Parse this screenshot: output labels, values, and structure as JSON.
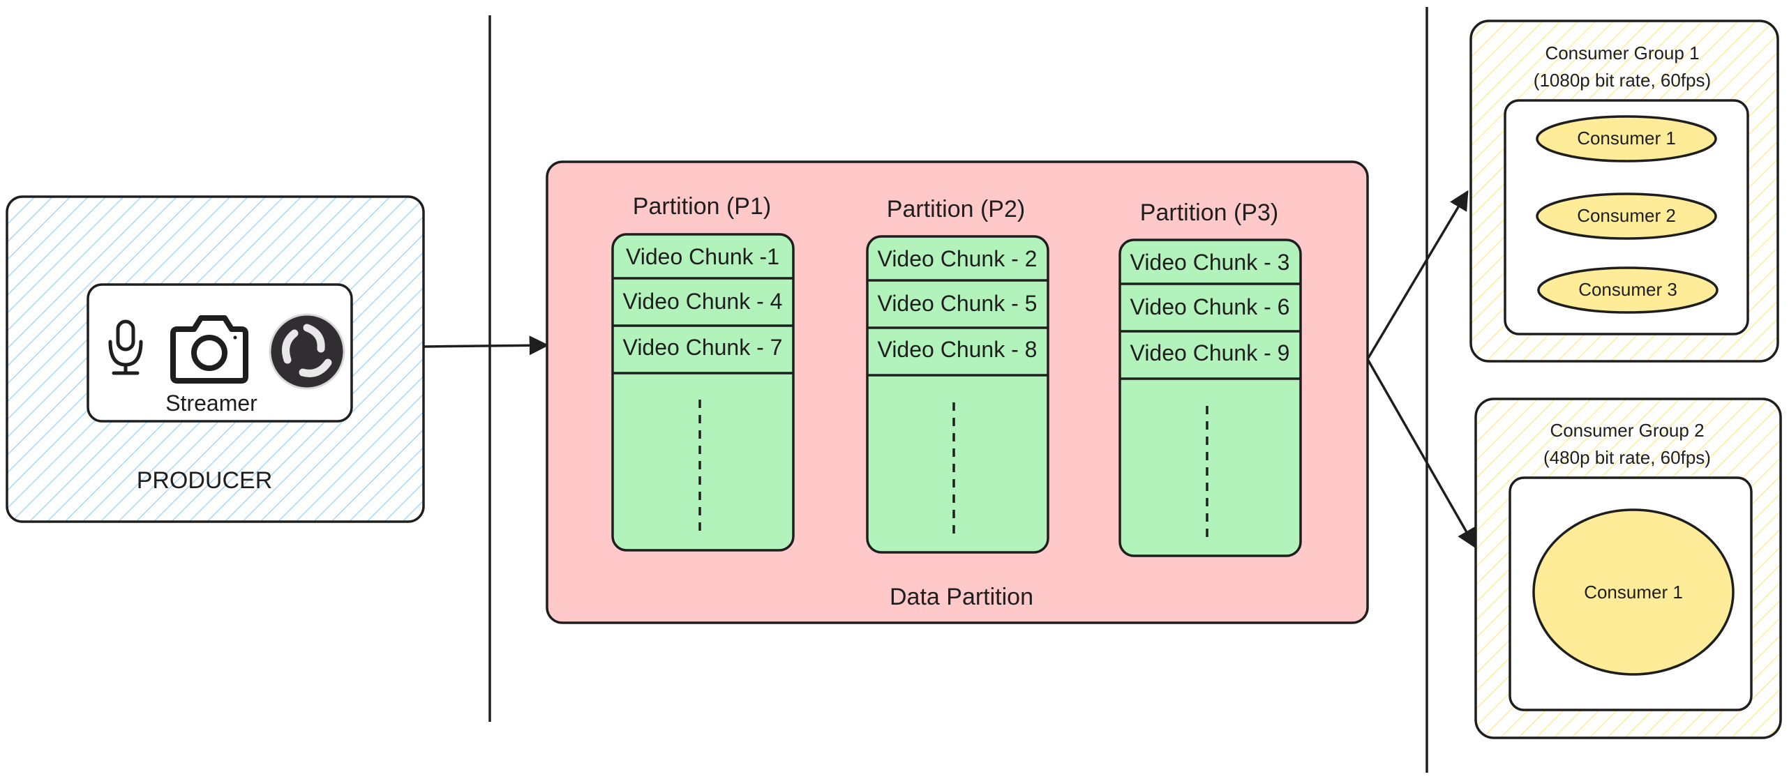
{
  "producer": {
    "label": "PRODUCER",
    "streamer_label": "Streamer",
    "icons": [
      "microphone-icon",
      "camera-icon",
      "obs-logo-icon"
    ]
  },
  "data_partition": {
    "label": "Data Partition",
    "partitions": [
      {
        "title": "Partition (P1)",
        "chunks": [
          "Video Chunk -1",
          "Video Chunk - 4",
          "Video Chunk - 7"
        ]
      },
      {
        "title": "Partition (P2)",
        "chunks": [
          "Video Chunk - 2",
          "Video Chunk - 5",
          "Video Chunk - 8"
        ]
      },
      {
        "title": "Partition (P3)",
        "chunks": [
          "Video Chunk - 3",
          "Video Chunk - 6",
          "Video Chunk - 9"
        ]
      }
    ]
  },
  "consumer_groups": [
    {
      "title_line1": "Consumer Group 1",
      "title_line2": "(1080p bit rate, 60fps)",
      "consumers": [
        "Consumer 1",
        "Consumer 2",
        "Consumer 3"
      ]
    },
    {
      "title_line1": "Consumer Group 2",
      "title_line2": "(480p bit rate, 60fps)",
      "consumers": [
        "Consumer 1"
      ]
    }
  ],
  "colors": {
    "stroke": "#1e1e1e",
    "producer_hatch": "#a5d8ff",
    "partition_bg": "#ffc9c9",
    "chunk_bg": "#b2f2bb",
    "consumer_hatch": "#ffec99",
    "consumer_fill": "#ffec99"
  }
}
